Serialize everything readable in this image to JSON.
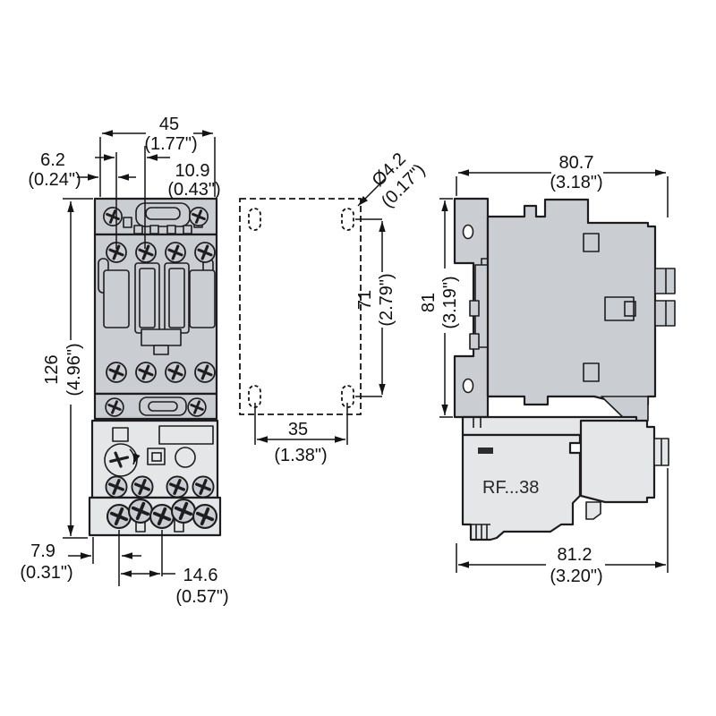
{
  "product": {
    "model_label": "RF...38"
  },
  "dimensions": {
    "front_width": {
      "mm": "45",
      "inch": "(1.77\")"
    },
    "mount_offset_x": {
      "mm": "6.2",
      "inch": "(0.24\")"
    },
    "screw_offset_x": {
      "mm": "10.9",
      "inch": "(0.43\")"
    },
    "overall_height": {
      "mm": "126",
      "inch": "(4.96\")"
    },
    "terminal_offset_x": {
      "mm": "7.9",
      "inch": "(0.31\")"
    },
    "terminal_pitch": {
      "mm": "14.6",
      "inch": "(0.57\")"
    },
    "mounting_hole_diameter": {
      "mm": "Ø4.2",
      "inch": "(0.17\")"
    },
    "mounting_pitch_v": {
      "mm": "71",
      "inch": "(2.79\")"
    },
    "mounting_pitch_h": {
      "mm": "35",
      "inch": "(1.38\")"
    },
    "depth": {
      "mm": "80.7",
      "inch": "(3.18\")"
    },
    "side_height": {
      "mm": "81",
      "inch": "(3.19\")"
    },
    "depth_total": {
      "mm": "81.2",
      "inch": "(3.20\")"
    }
  },
  "colors": {
    "contactor_fill": "#caced2",
    "relay_fill": "#e4e6e8",
    "outline": "#1d1d1f",
    "dimension_line": "#141414",
    "background": "#ffffff"
  }
}
